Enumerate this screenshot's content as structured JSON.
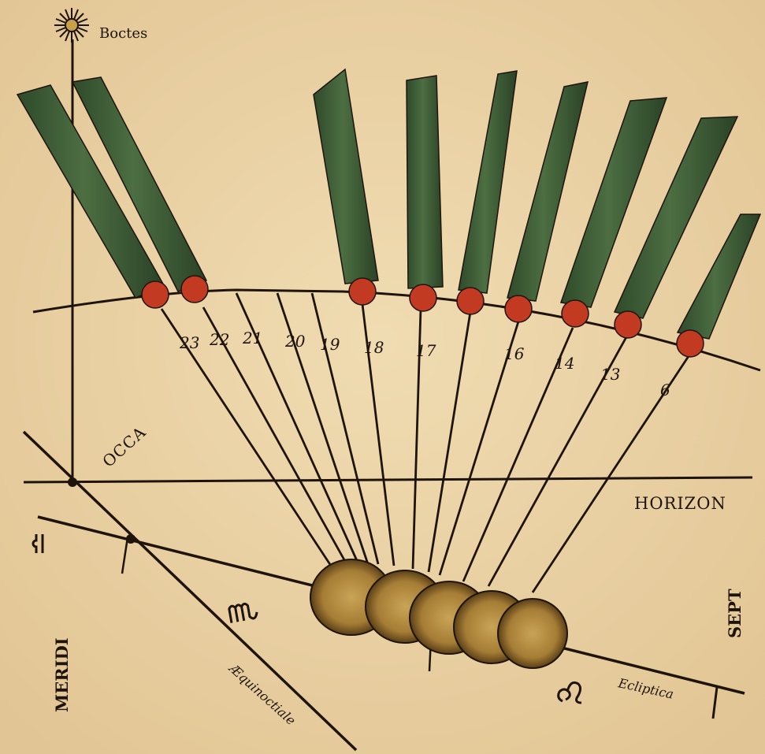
{
  "labels": {
    "bootes": "Boctes",
    "occidens": "OCCA",
    "horizon": "HORIZON",
    "meridies": "MERIDI",
    "septentrio": "SEPT",
    "aequinoctialis": "Æquinoctiale",
    "ecliptica": "Ecliptica"
  },
  "comet_positions": [
    {
      "day": "23"
    },
    {
      "day": "22"
    },
    {
      "day": "21"
    },
    {
      "day": "20"
    },
    {
      "day": "19"
    },
    {
      "day": "18"
    },
    {
      "day": "17"
    },
    {
      "day": "16"
    },
    {
      "day": "14"
    },
    {
      "day": "13"
    },
    {
      "day": "6"
    }
  ],
  "colors": {
    "paper": "#ead2a4",
    "ink": "#1e140c",
    "comet_tail": "#3f5e36",
    "comet_head": "#c23a22",
    "sun": "#b48a3c"
  },
  "zodiac_symbols": [
    "libra-icon",
    "virgo-icon",
    "leo-icon"
  ]
}
